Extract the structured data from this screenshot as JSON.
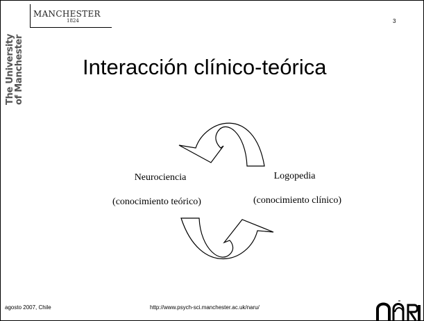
{
  "logo": {
    "name": "MANCHESTER",
    "year": "1824",
    "side_line1": "The University",
    "side_line2": "of Manchester"
  },
  "slide": {
    "number": "3",
    "title": "Interacción clínico-teórica"
  },
  "left_block": {
    "line1": "Neurociencia",
    "line2": "(conocimiento teórico)"
  },
  "right_block": {
    "line1": "Logopedia",
    "line2": "(conocimiento clínico)"
  },
  "footer": {
    "left": "agosto 2007, Chile",
    "url": "http://www.psych-sci.manchester.ac.uk/naru/",
    "brand_logo": "naru"
  },
  "icons": [
    "top-cycle-arrow-icon",
    "bottom-cycle-arrow-icon",
    "naru-logo-icon"
  ]
}
